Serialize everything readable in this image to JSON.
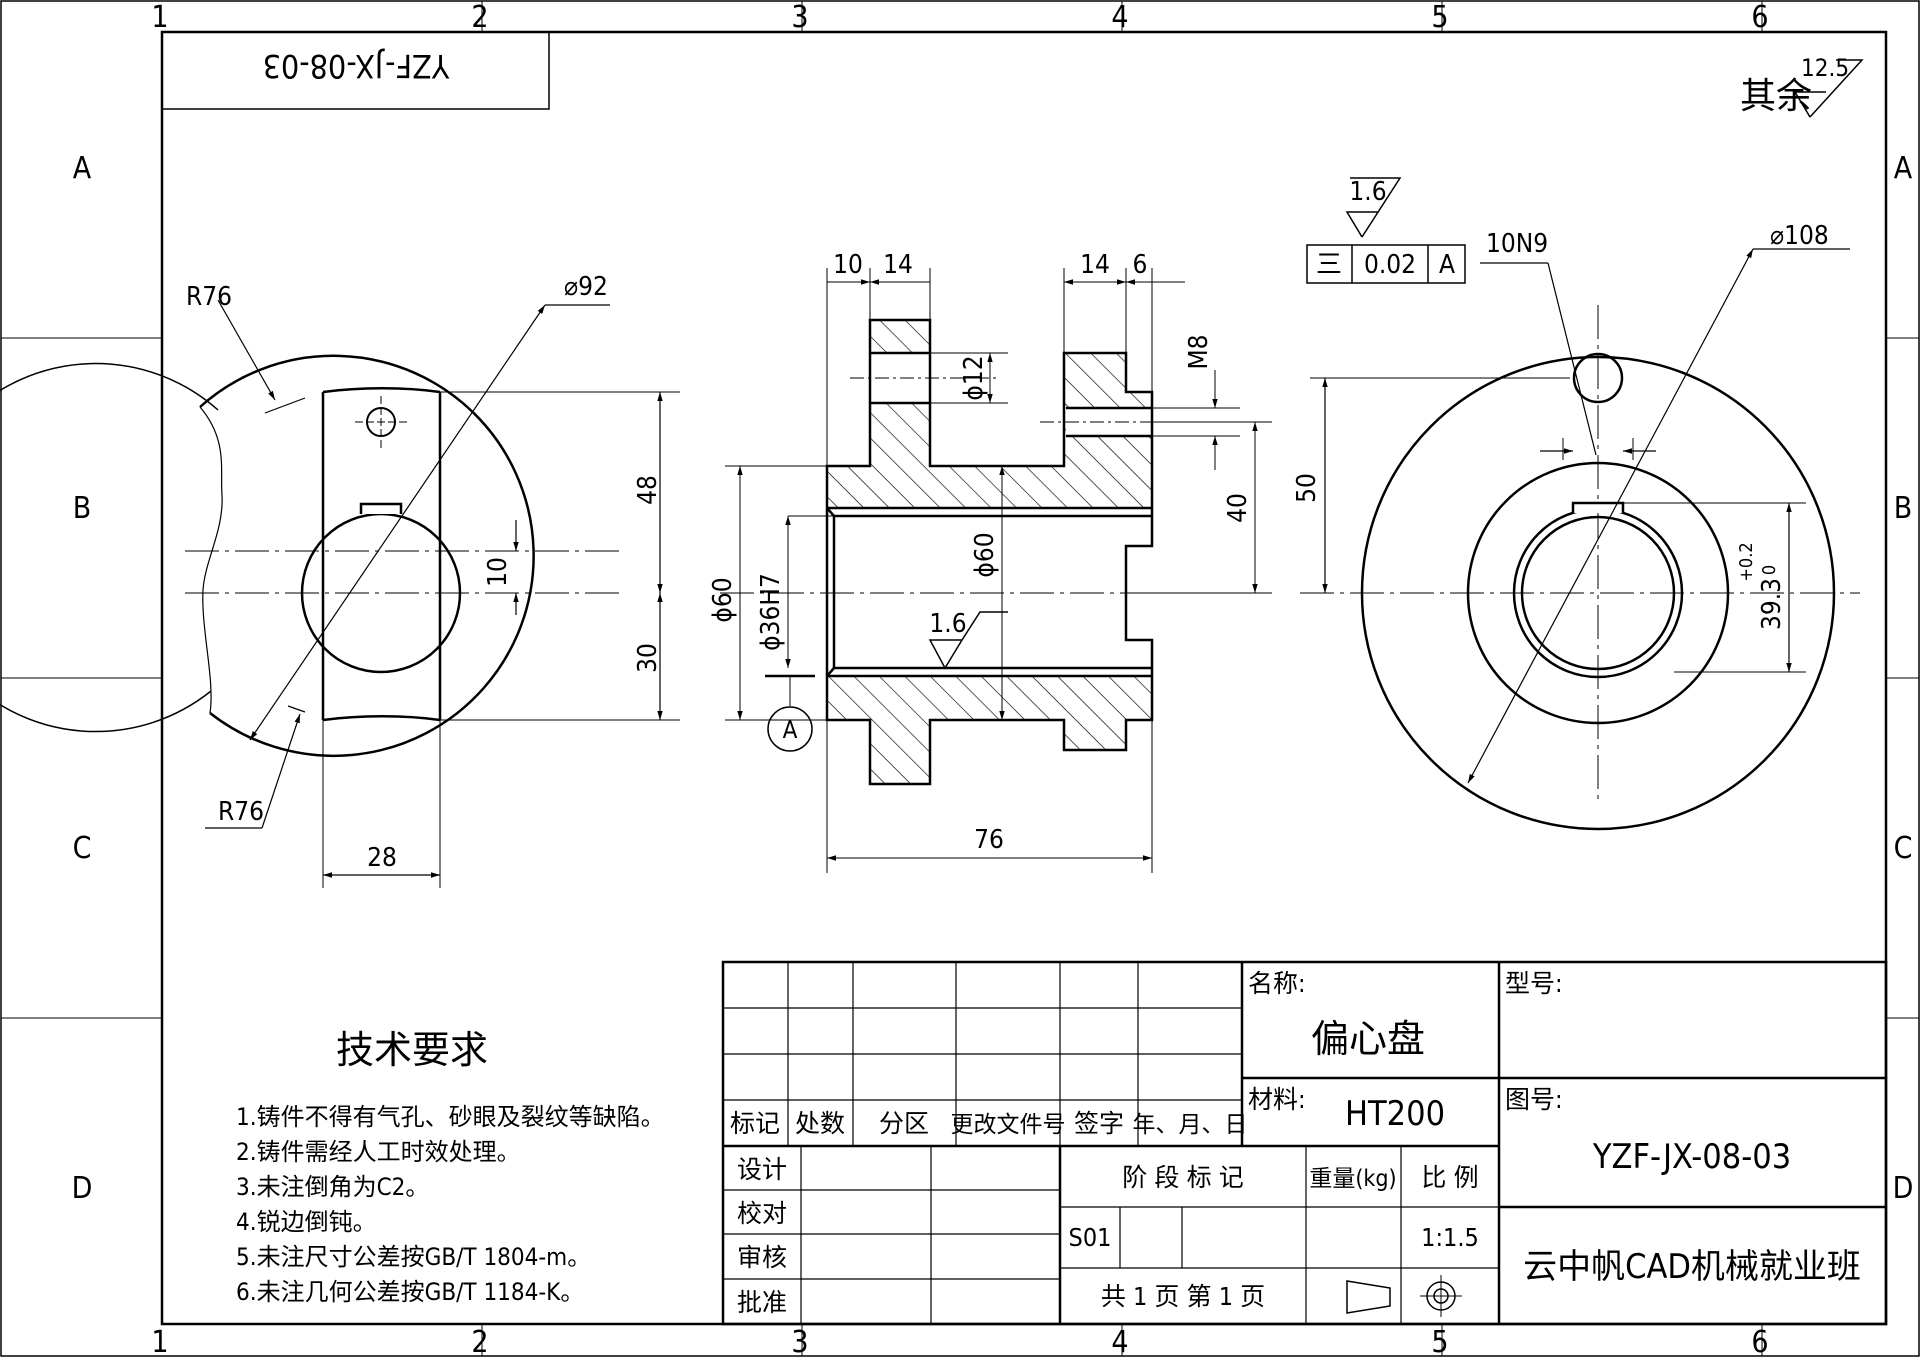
{
  "frame": {
    "col_labels": [
      "1",
      "2",
      "3",
      "4",
      "5",
      "6"
    ],
    "row_labels": [
      "A",
      "B",
      "C",
      "D"
    ]
  },
  "mirror_code": "YZF-JX-08-03",
  "roughness": {
    "other_prefix": "其余",
    "other_value": "12.5",
    "face_value": "1.6",
    "bore_value": "1.6"
  },
  "tolerance_frame": {
    "symbol": "三",
    "value": "0.02",
    "datum": "A"
  },
  "datum_label": "A",
  "dimensions": {
    "left_view": {
      "r76_top": "R76",
      "r76_bottom": "R76",
      "dia92": "⌀92",
      "d48": "48",
      "d10": "10",
      "d30": "30",
      "d28": "28"
    },
    "section_view": {
      "d10": "10",
      "d14a": "14",
      "d14b": "14",
      "d6": "6",
      "phi12": "ϕ12",
      "m8": "M8",
      "d40": "40",
      "phi60_inner": "ϕ60",
      "phi60_outer": "ϕ60",
      "phi36": "ϕ36H7",
      "d76": "76"
    },
    "right_view": {
      "dia108": "⌀108",
      "key": "10N9",
      "d50": "50",
      "d393": "39.3",
      "tol_upper": "+0.2",
      "tol_lower": "0"
    }
  },
  "tech_requirements": {
    "title": "技术要求",
    "items": [
      "1.铸件不得有气孔、砂眼及裂纹等缺陷。",
      "2.铸件需经人工时效处理。",
      "3.未注倒角为C2。",
      "4.锐边倒钝。",
      "5.未注尺寸公差按GB/T 1804-m。",
      "6.未注几何公差按GB/T 1184-K。"
    ]
  },
  "title_block": {
    "revision_headers": [
      "标记",
      "处数",
      "分区",
      "更改文件号",
      "签字",
      "年、月、日"
    ],
    "roles": [
      "设计",
      "校对",
      "审核",
      "批准"
    ],
    "name_label": "名称:",
    "name_value": "偏心盘",
    "model_label": "型号:",
    "material_label": "材料:",
    "material_value": "HT200",
    "drawing_no_label": "图号:",
    "drawing_no_value": "YZF-JX-08-03",
    "stage_label": "阶 段 标 记",
    "weight_label": "重量(kg)",
    "scale_label": "比 例",
    "stage_value": "S01",
    "scale_value": "1:1.5",
    "pages_text": "共 1 页   第 1 页",
    "company": "云中帆CAD机械就业班"
  }
}
